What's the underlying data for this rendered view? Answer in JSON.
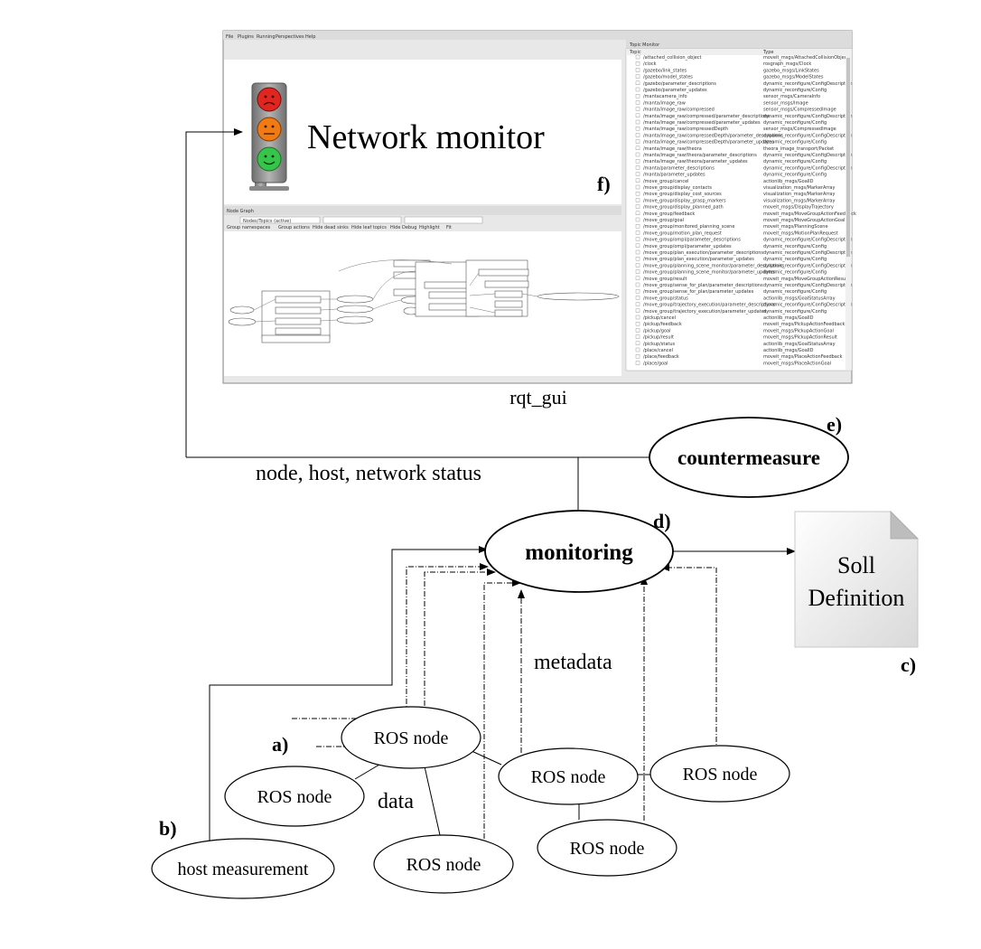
{
  "rqt": {
    "menu": [
      "File",
      "Plugins",
      "Running",
      "Perspectives",
      "Help"
    ],
    "network_monitor_title": "Network monitor",
    "label_f": "f)",
    "caption": "rqt_gui",
    "node_graph_title": "Node Graph",
    "node_graph_filter": "Nodes/Topics (active)",
    "node_graph_options": [
      "Group namespaces",
      "Group actions",
      "Hide dead sinks",
      "Hide leaf topics",
      "Hide Debug",
      "Highlight",
      "Fit"
    ],
    "topic_monitor_title": "Topic Monitor",
    "topic_header": "Topic",
    "type_header": "Type",
    "topics": [
      [
        "/attached_collision_object",
        "moveit_msgs/AttachedCollisionObject"
      ],
      [
        "/clock",
        "rosgraph_msgs/Clock"
      ],
      [
        "/gazebo/link_states",
        "gazebo_msgs/LinkStates"
      ],
      [
        "/gazebo/model_states",
        "gazebo_msgs/ModelStates"
      ],
      [
        "/gazebo/parameter_descriptions",
        "dynamic_reconfigure/ConfigDescription"
      ],
      [
        "/gazebo/parameter_updates",
        "dynamic_reconfigure/Config"
      ],
      [
        "/mantacamera_info",
        "sensor_msgs/CameraInfo"
      ],
      [
        "/manta/image_raw",
        "sensor_msgs/Image"
      ],
      [
        "/manta/image_raw/compressed",
        "sensor_msgs/CompressedImage"
      ],
      [
        "/manta/image_raw/compressed/parameter_descriptions",
        "dynamic_reconfigure/ConfigDescription"
      ],
      [
        "/manta/image_raw/compressed/parameter_updates",
        "dynamic_reconfigure/Config"
      ],
      [
        "/manta/image_raw/compressedDepth",
        "sensor_msgs/CompressedImage"
      ],
      [
        "/manta/image_raw/compressedDepth/parameter_descriptions",
        "dynamic_reconfigure/ConfigDescription"
      ],
      [
        "/manta/image_raw/compressedDepth/parameter_updates",
        "dynamic_reconfigure/Config"
      ],
      [
        "/manta/image_raw/theora",
        "theora_image_transport/Packet"
      ],
      [
        "/manta/image_raw/theora/parameter_descriptions",
        "dynamic_reconfigure/ConfigDescription"
      ],
      [
        "/manta/image_raw/theora/parameter_updates",
        "dynamic_reconfigure/Config"
      ],
      [
        "/manta/parameter_descriptions",
        "dynamic_reconfigure/ConfigDescription"
      ],
      [
        "/manta/parameter_updates",
        "dynamic_reconfigure/Config"
      ],
      [
        "/move_group/cancel",
        "actionlib_msgs/GoalID"
      ],
      [
        "/move_group/display_contacts",
        "visualization_msgs/MarkerArray"
      ],
      [
        "/move_group/display_cost_sources",
        "visualization_msgs/MarkerArray"
      ],
      [
        "/move_group/display_grasp_markers",
        "visualization_msgs/MarkerArray"
      ],
      [
        "/move_group/display_planned_path",
        "moveit_msgs/DisplayTrajectory"
      ],
      [
        "/move_group/feedback",
        "moveit_msgs/MoveGroupActionFeedback"
      ],
      [
        "/move_group/goal",
        "moveit_msgs/MoveGroupActionGoal"
      ],
      [
        "/move_group/monitored_planning_scene",
        "moveit_msgs/PlanningScene"
      ],
      [
        "/move_group/motion_plan_request",
        "moveit_msgs/MotionPlanRequest"
      ],
      [
        "/move_group/ompl/parameter_descriptions",
        "dynamic_reconfigure/ConfigDescription"
      ],
      [
        "/move_group/ompl/parameter_updates",
        "dynamic_reconfigure/Config"
      ],
      [
        "/move_group/plan_execution/parameter_descriptions",
        "dynamic_reconfigure/ConfigDescription"
      ],
      [
        "/move_group/plan_execution/parameter_updates",
        "dynamic_reconfigure/Config"
      ],
      [
        "/move_group/planning_scene_monitor/parameter_descriptions",
        "dynamic_reconfigure/ConfigDescription"
      ],
      [
        "/move_group/planning_scene_monitor/parameter_updates",
        "dynamic_reconfigure/Config"
      ],
      [
        "/move_group/result",
        "moveit_msgs/MoveGroupActionResult"
      ],
      [
        "/move_group/sense_for_plan/parameter_descriptions",
        "dynamic_reconfigure/ConfigDescription"
      ],
      [
        "/move_group/sense_for_plan/parameter_updates",
        "dynamic_reconfigure/Config"
      ],
      [
        "/move_group/status",
        "actionlib_msgs/GoalStatusArray"
      ],
      [
        "/move_group/trajectory_execution/parameter_descriptions",
        "dynamic_reconfigure/ConfigDescription"
      ],
      [
        "/move_group/trajectory_execution/parameter_updates",
        "dynamic_reconfigure/Config"
      ],
      [
        "/pickup/cancel",
        "actionlib_msgs/GoalID"
      ],
      [
        "/pickup/feedback",
        "moveit_msgs/PickupActionFeedback"
      ],
      [
        "/pickup/goal",
        "moveit_msgs/PickupActionGoal"
      ],
      [
        "/pickup/result",
        "moveit_msgs/PickupActionResult"
      ],
      [
        "/pickup/status",
        "actionlib_msgs/GoalStatusArray"
      ],
      [
        "/place/cancel",
        "actionlib_msgs/GoalID"
      ],
      [
        "/place/feedback",
        "moveit_msgs/PlaceActionFeedback"
      ],
      [
        "/place/goal",
        "moveit_msgs/PlaceActionGoal"
      ]
    ]
  },
  "diagram": {
    "countermeasure": "countermeasure",
    "label_e": "e)",
    "status_label": "node, host, network status",
    "monitoring": "monitoring",
    "label_d": "d)",
    "soll_line1": "Soll",
    "soll_line2": "Definition",
    "label_c": "c)",
    "metadata": "metadata",
    "label_a": "a)",
    "label_b": "b)",
    "data": "data",
    "host_measurement": "host measurement",
    "ros_node": "ROS node"
  }
}
